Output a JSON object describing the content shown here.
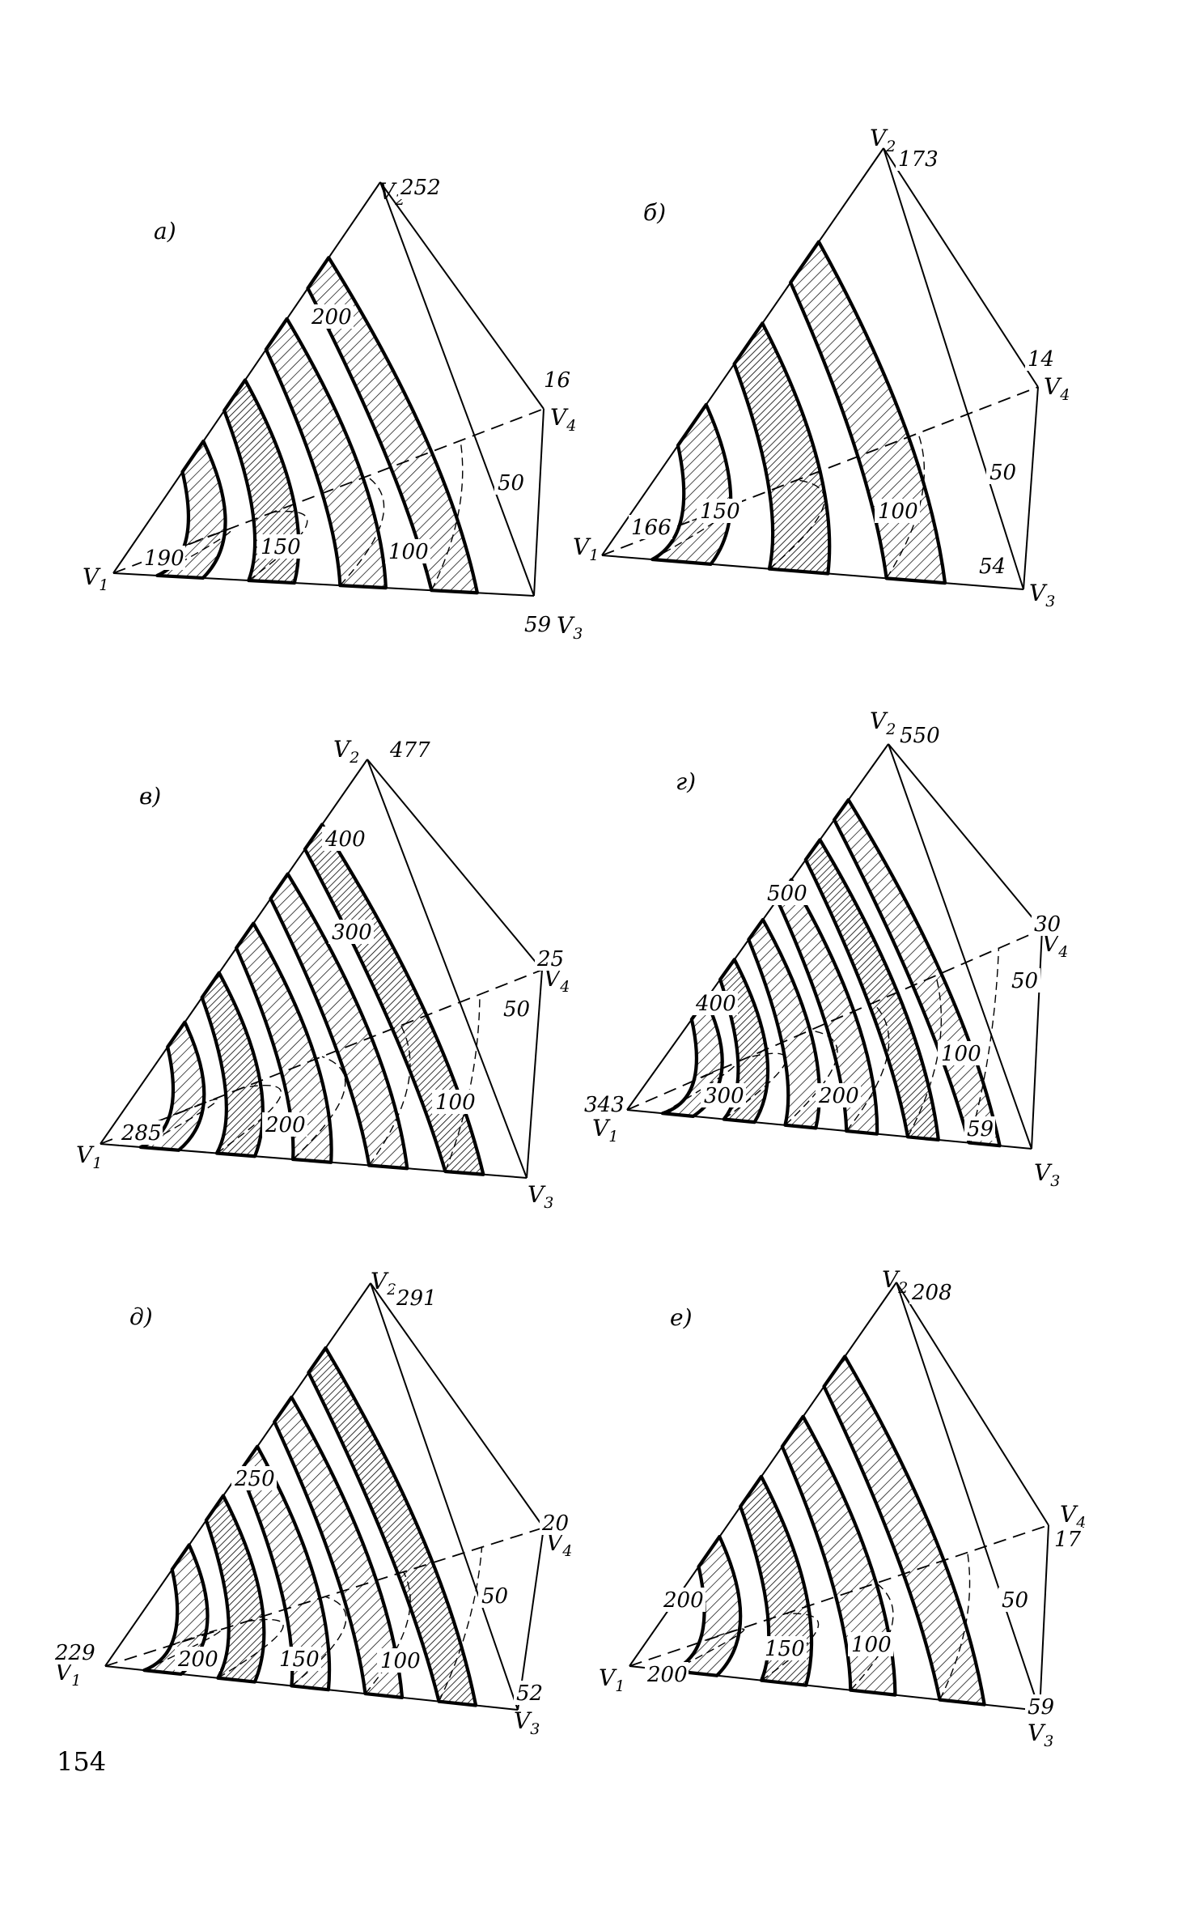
{
  "page_number": "154",
  "vertex_names": {
    "v1": "V",
    "v2": "V",
    "v3": "V",
    "v4": "V",
    "sub1": "1",
    "sub2": "2",
    "sub3": "3",
    "sub4": "4"
  },
  "panels": [
    {
      "id": "a",
      "letter": "а)",
      "vertex_values": {
        "v1": "190",
        "v2": "252",
        "v3": "59",
        "v4": "16"
      },
      "surface_labels": [
        "200",
        "150",
        "100",
        "50"
      ]
    },
    {
      "id": "b",
      "letter": "б)",
      "vertex_values": {
        "v1": "166",
        "v2": "173",
        "v3": "54",
        "v4": "14"
      },
      "surface_labels": [
        "150",
        "100",
        "50"
      ]
    },
    {
      "id": "v",
      "letter": "в)",
      "vertex_values": {
        "v1": "285",
        "v2": "477",
        "v3": "",
        "v4": "25"
      },
      "surface_labels": [
        "400",
        "300",
        "200",
        "100",
        "50"
      ]
    },
    {
      "id": "g",
      "letter": "г)",
      "vertex_values": {
        "v1": "343",
        "v2": "550",
        "v3": "59",
        "v4": "30"
      },
      "surface_labels": [
        "500",
        "400",
        "300",
        "200",
        "100",
        "50"
      ]
    },
    {
      "id": "d",
      "letter": "д)",
      "vertex_values": {
        "v1": "229",
        "v2": "291",
        "v3": "52",
        "v4": "20"
      },
      "surface_labels": [
        "250",
        "200",
        "150",
        "100",
        "50"
      ]
    },
    {
      "id": "e",
      "letter": "е)",
      "vertex_values": {
        "v1": "200",
        "v2": "208",
        "v3": "59",
        "v4": "17"
      },
      "surface_labels": [
        "200",
        "150",
        "100",
        "50"
      ]
    }
  ]
}
